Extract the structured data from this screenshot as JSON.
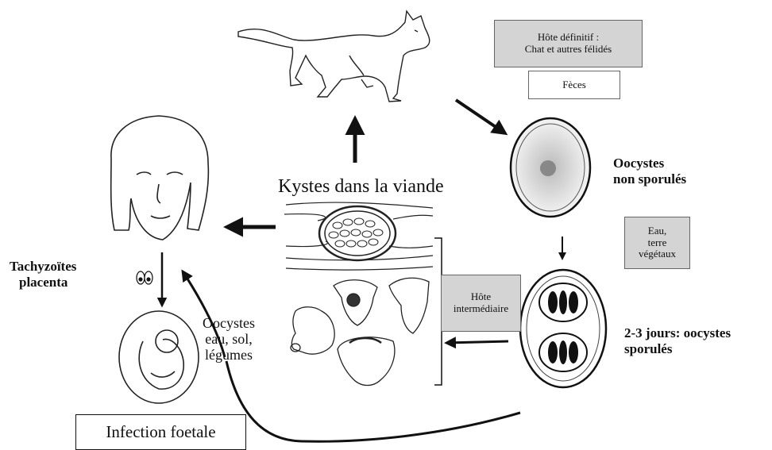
{
  "labels": {
    "kystes": "Kystes dans la viande",
    "oocystes_non_sporules": [
      "Oocystes",
      "non sporulés"
    ],
    "sporules_line1": "2-3 jours: oocystes",
    "sporules_line2": "sporulés",
    "tachyzoites_line1": "Tachyzoïtes",
    "tachyzoites_line2": "placenta",
    "oocystes_env": [
      "Oocystes",
      "eau, sol,",
      "légumes"
    ],
    "infection": "Infection foetale"
  },
  "boxes": {
    "hote_definitif": [
      "Hôte définitif :",
      "Chat et autres félidés"
    ],
    "feces": "Fèces",
    "eau_terre": [
      "Eau,",
      "terre",
      "végétaux"
    ],
    "hote_intermediaire": [
      "Hôte",
      "intermédiaire"
    ]
  },
  "colors": {
    "box_grey": "#d4d4d4",
    "ink": "#111111"
  }
}
